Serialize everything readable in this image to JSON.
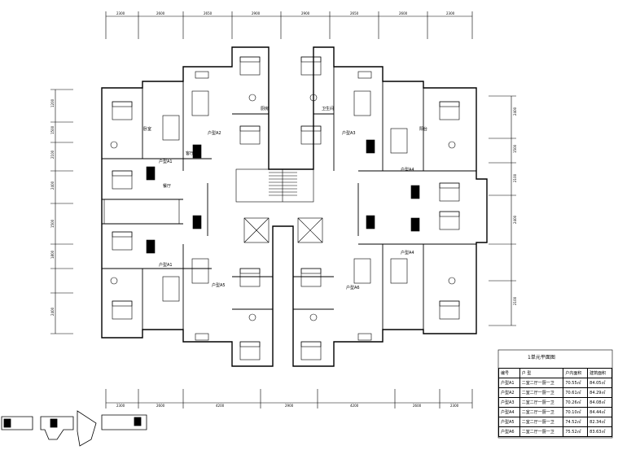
{
  "drawing": {
    "table_title": "1单元平面图",
    "table_headers": [
      "编号",
      "户 型",
      "户内面积",
      "建筑面积"
    ],
    "table_rows": [
      [
        "户型A1",
        "二室二厅一厨一卫",
        "70.55㎡",
        "84.05㎡"
      ],
      [
        "户型A2",
        "二室二厅一厨一卫",
        "70.61㎡",
        "84.29㎡"
      ],
      [
        "户型A3",
        "二室二厅一厨一卫",
        "70.26㎡",
        "84.08㎡"
      ],
      [
        "户型A4",
        "二室二厅一厨一卫",
        "70.10㎡",
        "84.44㎡"
      ],
      [
        "户型A5",
        "二室二厅一厨一卫",
        "74.52㎡",
        "82.34㎡"
      ],
      [
        "户型A6",
        "二室二厅一厨一卫",
        "75.52㎡",
        "83.63㎡"
      ]
    ],
    "top_dims": [
      "2300",
      "2600",
      "2650",
      "2900",
      "2900",
      "2650",
      "2600",
      "2300"
    ],
    "bottom_dims": [
      "2300",
      "2600",
      "4200",
      "2900",
      "4200",
      "2600",
      "2300"
    ],
    "left_dims": [
      "1200",
      "1500",
      "2100",
      "2400",
      "1500",
      "1800",
      "2400"
    ],
    "right_dims": [
      "2400",
      "1500",
      "2100",
      "2400",
      "2100"
    ],
    "unit_labels": [
      "户型A1",
      "户型A2",
      "户型A3",
      "户型A4",
      "户型A5",
      "户型A6",
      "户型A1",
      "户型A4"
    ],
    "room_labels": [
      "卧室",
      "客厅",
      "餐厅",
      "厨房",
      "卫生间",
      "阳台"
    ]
  }
}
